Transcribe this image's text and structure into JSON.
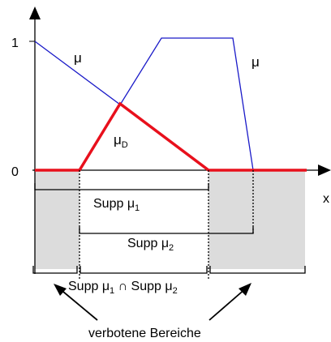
{
  "axes": {
    "y_tick_top": "1",
    "y_tick_zero": "0",
    "x_axis_label": "x"
  },
  "curves": {
    "mu1_label": "μ",
    "mu2_label": "μ",
    "muD_label": "μ",
    "muD_sub": "D"
  },
  "supports": {
    "supp1": {
      "main": "Supp μ",
      "sub": "1"
    },
    "supp2": {
      "main": "Supp μ",
      "sub": "2"
    },
    "intersection": {
      "part1": "Supp μ",
      "sub1": "1",
      "op": " ∩ ",
      "part2": "Supp μ",
      "sub2": "2"
    }
  },
  "forbidden_label": "verbotene Bereiche",
  "colors": {
    "curve_blue": "#1a1ac8",
    "curve_red": "#e8101c",
    "forbidden_fill": "#dcdcdc",
    "ink": "#000000"
  }
}
